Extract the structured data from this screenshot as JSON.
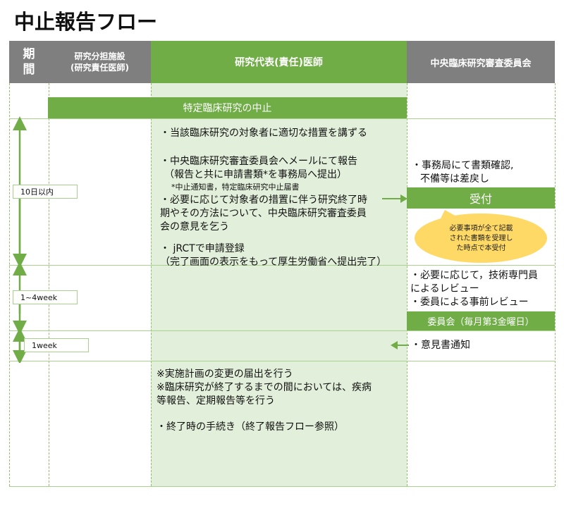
{
  "page_title": "中止報告フロー",
  "header": {
    "period": [
      "期",
      "間"
    ],
    "sub_institution": [
      "研究分担施設",
      "(研究責任医師)"
    ],
    "principal_investigator": "研究代表(責任)医師",
    "committee": "中央臨床研究審査委員会"
  },
  "banner": "特定臨床研究の中止",
  "periods": [
    "10日以内",
    "1~4week",
    "1week"
  ],
  "pi_steps": [
    "・当該臨床研究の対象者に適切な措置を講ずる",
    "・中央臨床研究審査委員会へメールにて報告",
    "（報告と共に申請書類*を事務局へ提出）",
    "*中止通知書，特定臨床研究中止届書",
    "・必要に応じて対象者の措置に伴う研究終了時",
    "期やその方法について、中央臨床研究審査委員",
    "会の意見を乞う",
    "・ jRCTで申請登録",
    "（完了画面の表示をもって厚生労働省へ提出完了）"
  ],
  "pi_notes": [
    "※実施計画の変更の届出を行う",
    "※臨床研究が終了するまでの間においては、疾病",
    "等報告、定期報告等を行う",
    "・終了時の手続き（終了報告フロー参照）"
  ],
  "committee_steps": {
    "check": [
      "・事務局にて書類確認,",
      "不備等は差戻し"
    ],
    "receipt": "受付",
    "bubble": [
      "必要事項が全て記載",
      "された書類を受理し",
      "た時点で本受付"
    ],
    "review": [
      "・必要に応じて，技術専門員",
      "によるレビュー",
      "・委員による事前レビュー"
    ],
    "meeting": "委員会（毎月第3金曜日）",
    "opinion": "・意見書通知"
  },
  "colors": {
    "accent_green": "#70ad47",
    "header_gray": "#7f7f7f",
    "pi_column": "#e2efda",
    "bubble": "#ffd966"
  }
}
